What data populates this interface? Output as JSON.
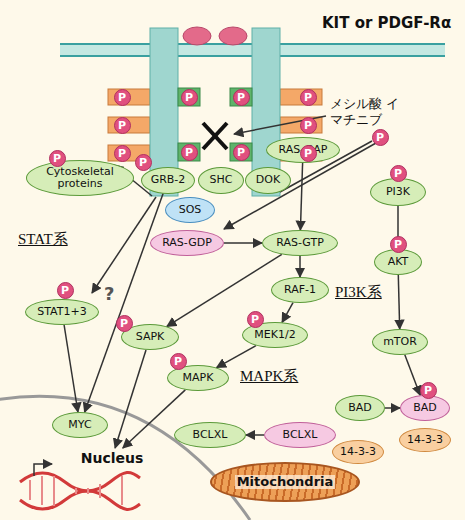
{
  "diagram": {
    "nodes": [
      {
        "text": [
          "Cytoskeletal proteins"
        ]
      },
      {
        "text": [
          "GRB-2"
        ]
      },
      {
        "text": [
          "SHC"
        ]
      },
      {
        "text": [
          "DOK"
        ]
      },
      {
        "text": [
          "RAS-GAP"
        ]
      },
      {
        "text": [
          "SOS"
        ]
      },
      {
        "text": [
          "PI3K"
        ]
      },
      {
        "text": [
          "RAS-GDP"
        ]
      },
      {
        "text": [
          "RAS-GTP"
        ]
      },
      {
        "text": [
          "AKT"
        ]
      },
      {
        "text": [
          "STAT1+3"
        ]
      },
      {
        "text": [
          "RAF-1"
        ]
      },
      {
        "text": [
          "SAPK"
        ]
      },
      {
        "text": [
          "MEK1/2"
        ]
      },
      {
        "text": [
          "mTOR"
        ]
      },
      {
        "text": [
          "MAPK"
        ]
      },
      {
        "text": [
          "BAD"
        ]
      },
      {
        "text": [
          "BAD"
        ]
      },
      {
        "text": [
          "MYC"
        ]
      },
      {
        "text": [
          "BCLXL"
        ]
      },
      {
        "text": [
          "BCLXL"
        ]
      },
      {
        "text": [
          "14-3-3"
        ]
      },
      {
        "text": [
          "14-3-3"
        ]
      },
      {
        "text": [
          "Nucleus"
        ]
      },
      {
        "text": [
          "Mitochondria"
        ]
      }
    ],
    "edges": [
      {
        "from": 7,
        "to": 8,
        "arrow": "to"
      },
      {
        "from": 4,
        "to": 8,
        "arrow": "to"
      },
      {
        "from": 8,
        "to": 11,
        "arrow": "to"
      },
      {
        "from": 11,
        "to": 13,
        "arrow": "to"
      },
      {
        "from": 13,
        "to": 15,
        "arrow": "to"
      },
      {
        "from": 8,
        "to": 12,
        "arrow": "to"
      },
      {
        "from": 12,
        "to": 23,
        "arrow": "to"
      },
      {
        "from": 15,
        "to": 23,
        "arrow": "to"
      },
      {
        "from": 1,
        "to": 18,
        "arrow": "to"
      },
      {
        "from": 10,
        "to": 18,
        "arrow": "to"
      },
      {
        "from": 6,
        "to": 9,
        "arrow": "to"
      },
      {
        "from": 9,
        "to": 14,
        "arrow": "to"
      },
      {
        "from": 14,
        "to": 17,
        "arrow": "to"
      },
      {
        "from": 16,
        "to": 17,
        "arrow": "to"
      },
      {
        "from": 20,
        "to": 19,
        "arrow": "to"
      }
    ],
    "labels": [
      "KIT or PDGF-Rα",
      "メシル酸 イマチニブ",
      "STAT系",
      "MAPK系",
      "PI3K系",
      "?",
      "P",
      "P",
      "P",
      "P",
      "P",
      "P",
      "P",
      "P",
      "P",
      "P",
      "P",
      "P",
      "P",
      "P",
      "P",
      "P",
      "P",
      "P",
      "P",
      "P"
    ]
  }
}
